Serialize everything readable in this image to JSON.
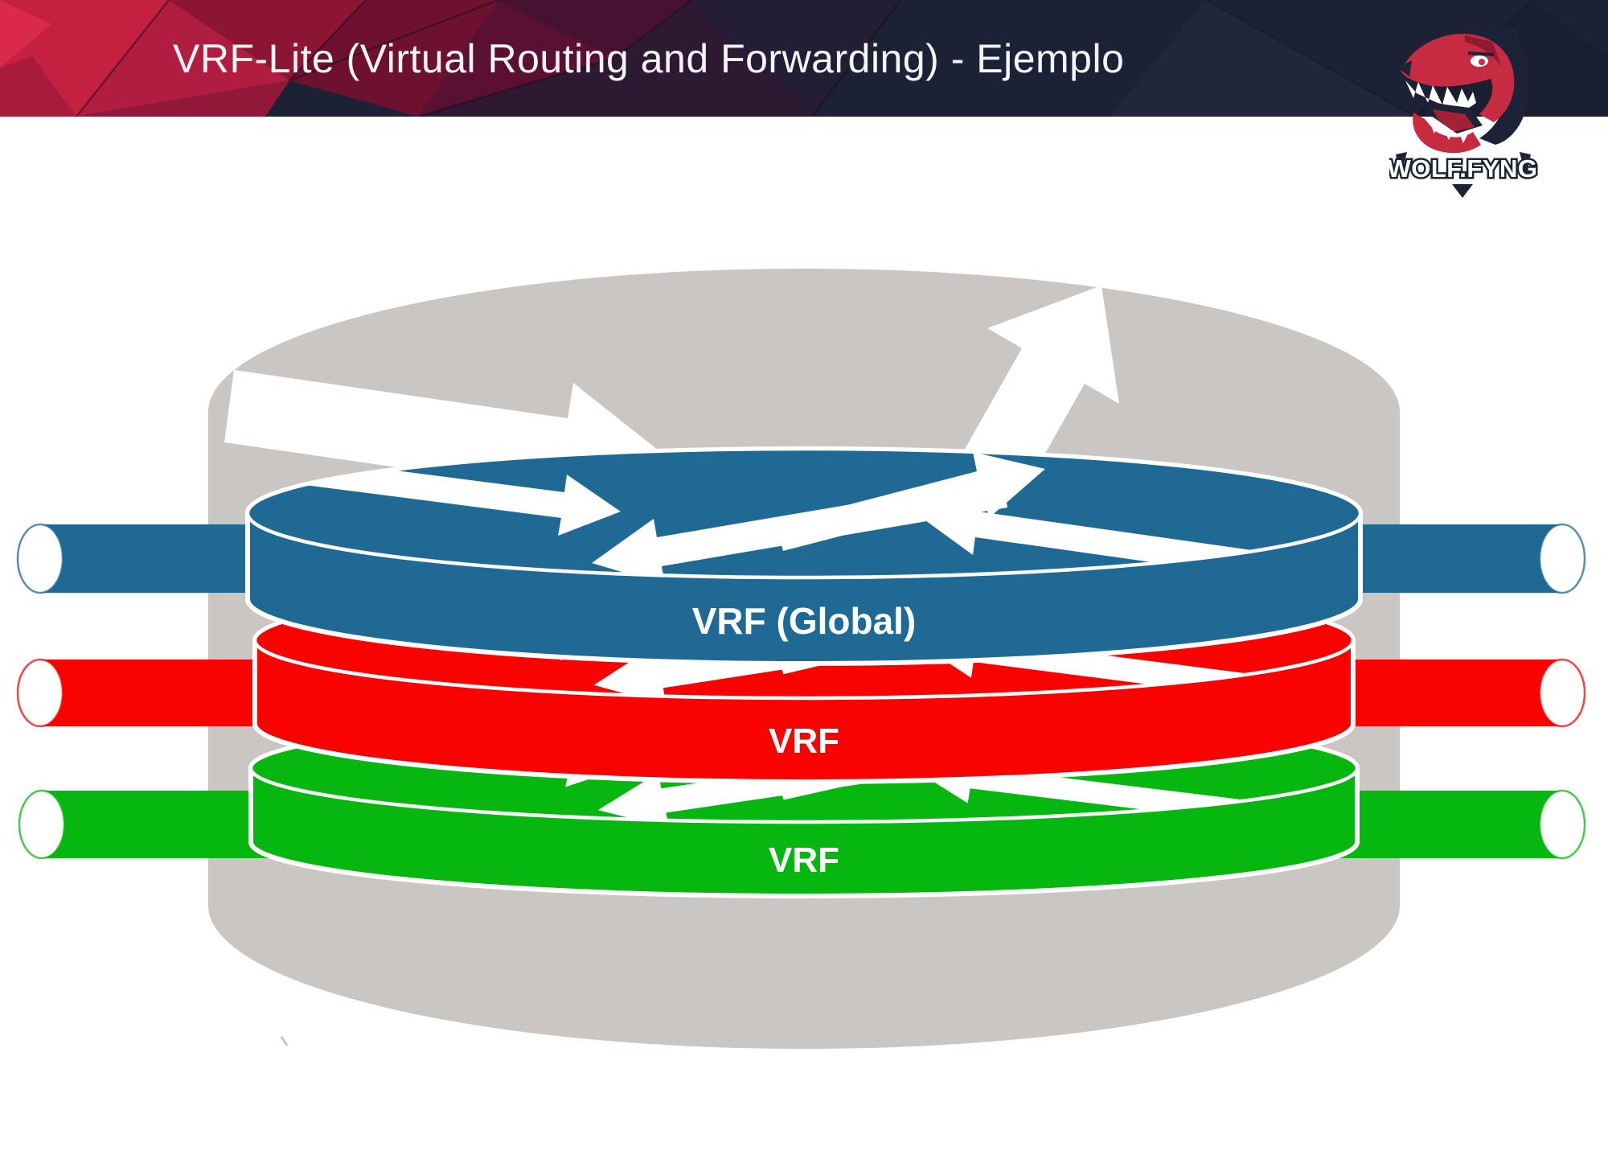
{
  "header": {
    "title": "VRF-Lite (Virtual Routing and Forwarding) - Ejemplo",
    "bg_color": "#1c2236",
    "accent_color": "#c4203f"
  },
  "logo": {
    "brand": "WOLF.FYNG",
    "fur_color": "#c62b42",
    "dark_color": "#1c2339"
  },
  "diagram": {
    "router_color": "#c9c6c4",
    "arrow_color": "#ffffff",
    "layers": [
      {
        "label": "VRF (Global)",
        "color": "#1e6a94"
      },
      {
        "label": "VRF",
        "color": "#fa0200"
      },
      {
        "label": "VRF",
        "color": "#05b70e"
      }
    ]
  }
}
